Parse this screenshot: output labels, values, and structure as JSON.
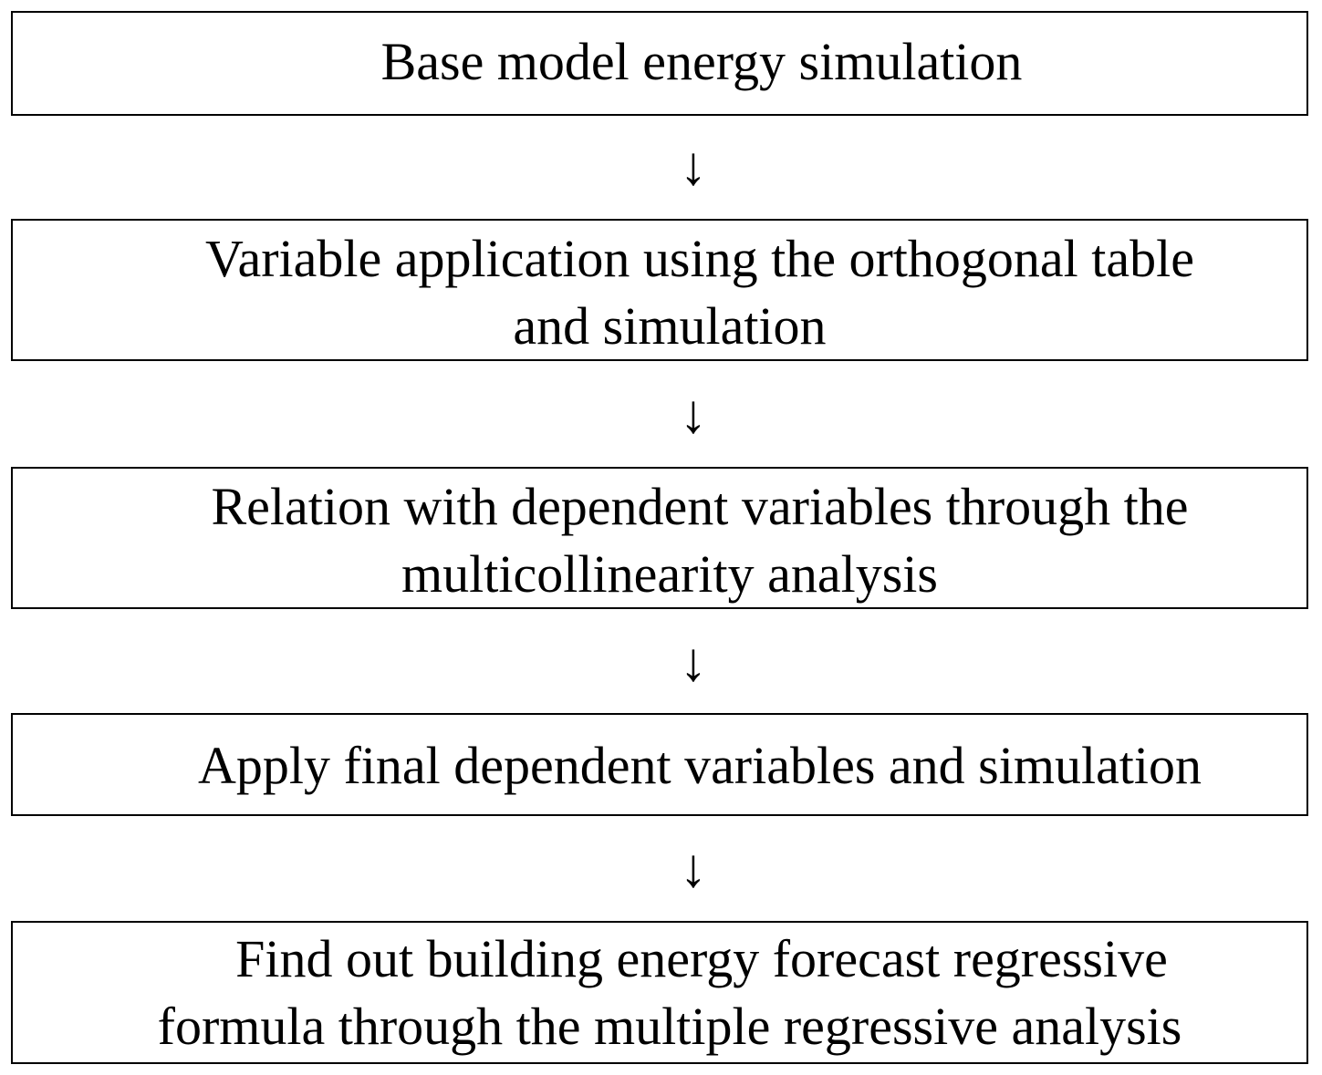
{
  "flowchart": {
    "steps": [
      {
        "lines": [
          "Base model energy simulation"
        ]
      },
      {
        "lines": [
          "Variable application using the orthogonal table",
          "and simulation"
        ]
      },
      {
        "lines": [
          "Relation with dependent variables through the",
          "multicollinearity analysis"
        ]
      },
      {
        "lines": [
          "Apply final dependent variables and simulation"
        ]
      },
      {
        "lines": [
          "Find out building energy forecast regressive",
          "formula through the multiple regressive analysis"
        ]
      }
    ],
    "arrow_glyph": "↓"
  }
}
